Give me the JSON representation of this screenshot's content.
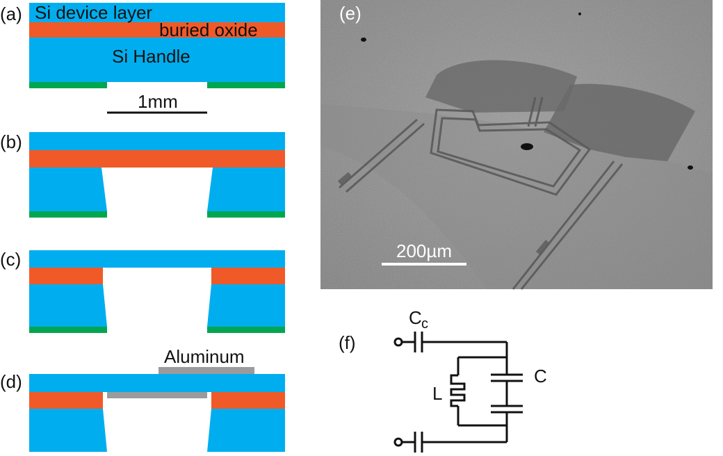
{
  "colors": {
    "silicon": "#00aeef",
    "oxide": "#f05a28",
    "metal_back": "#00a650",
    "aluminum": "#9b9b9b",
    "sem_background": "#8e8e8e",
    "text": "#111111",
    "scalebar": "#ffffff"
  },
  "panels": {
    "a": {
      "tag": "(a)",
      "device_layer": "Si device layer",
      "oxide": "buried oxide",
      "handle": "Si Handle",
      "scale": "1mm"
    },
    "b": {
      "tag": "(b)"
    },
    "c": {
      "tag": "(c)"
    },
    "d": {
      "tag": "(d)",
      "metal": "Aluminum"
    },
    "e": {
      "tag": "(e)",
      "scale": "200µm"
    },
    "f": {
      "tag": "(f)",
      "coupling_cap": "C",
      "coupling_cap_sub": "c",
      "inductor": "L",
      "capacitor": "C"
    }
  }
}
